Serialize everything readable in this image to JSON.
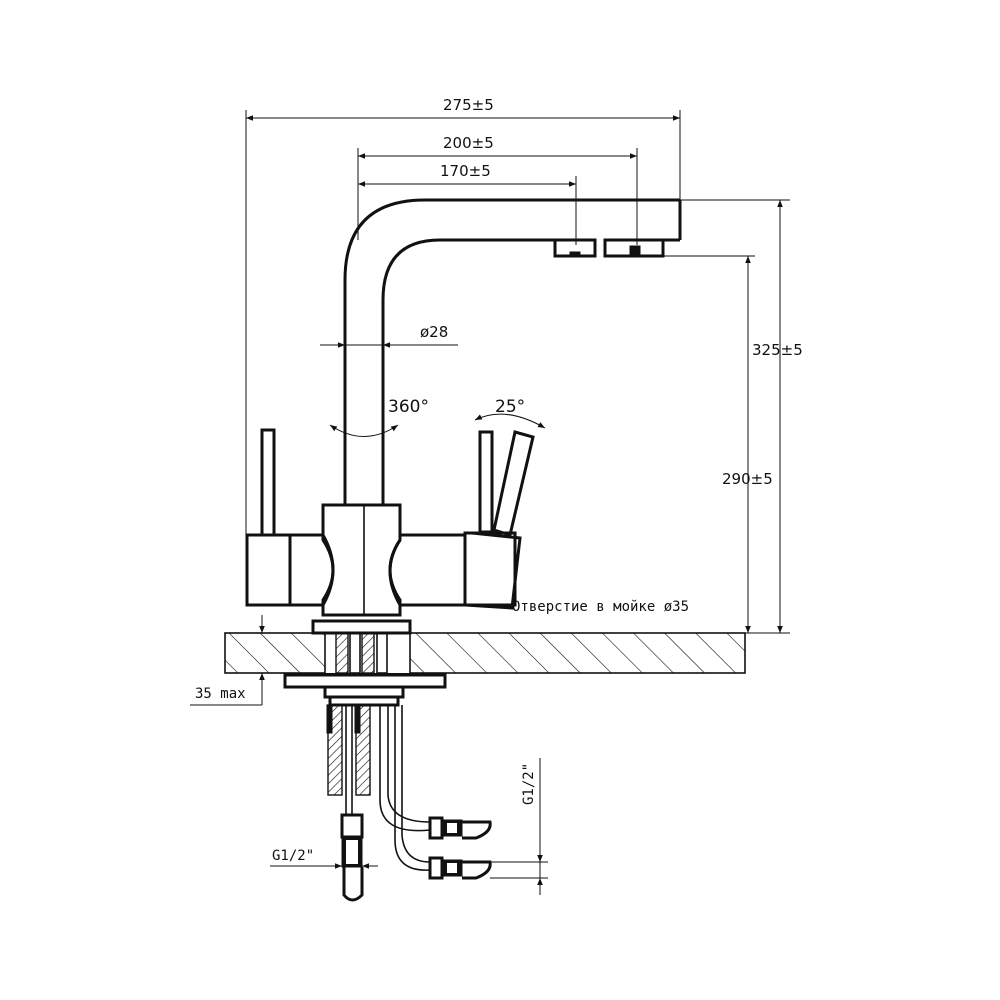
{
  "dimensions": {
    "width_total": "275±5",
    "spout_outlet_far": "200±5",
    "spout_outlet_near": "170±5",
    "spout_diameter": "ø28",
    "rotation": "360°",
    "lever_angle": "25°",
    "height_total": "325±5",
    "height_outlet": "290±5",
    "sink_hole": "Отверстие в мойке ø35",
    "counter_max": "35 max",
    "thread_main": "G1/2\"",
    "thread_hoses": "G1/2\""
  },
  "colors": {
    "line": "#111111",
    "background": "#ffffff"
  }
}
